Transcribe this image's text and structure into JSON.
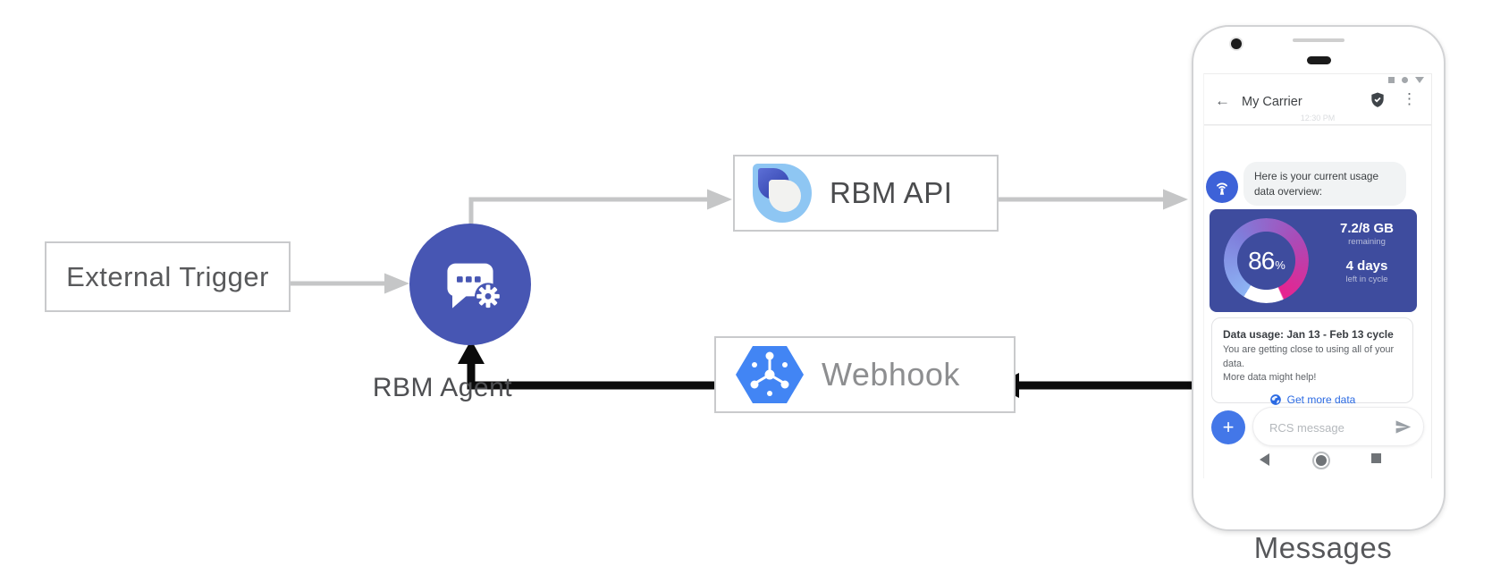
{
  "diagram": {
    "nodes": {
      "external_trigger": "External Trigger",
      "rbm_agent": "RBM Agent",
      "rbm_api": "RBM API",
      "webhook": "Webhook",
      "messages": "Messages"
    },
    "colors": {
      "connector_grey": "#c5c6c7",
      "connector_black": "#0b0b0b",
      "agent_circle_blue": "#4756b3",
      "webhook_hexagon_blue": "#4285f4",
      "usage_card_indigo": "#3e4c9e",
      "link_blue": "#2b6ae3"
    }
  },
  "phone": {
    "header": {
      "title": "My Carrier"
    },
    "timestamp": "12:30 PM",
    "agent_message": "Here is your current usage data overview:",
    "usage_card": {
      "percent": "86",
      "percent_unit": "%",
      "remaining_value": "7.2/8 GB",
      "remaining_label": "remaining",
      "days_value": "4 days",
      "days_label": "left in cycle"
    },
    "info_card": {
      "title": "Data usage: Jan 13 - Feb 13 cycle",
      "body_line1": "You are getting close to using all of your data.",
      "body_line2": "More data might help!",
      "action_label": "Get more data"
    },
    "composer": {
      "plus_label": "+",
      "placeholder": "RCS message"
    }
  }
}
